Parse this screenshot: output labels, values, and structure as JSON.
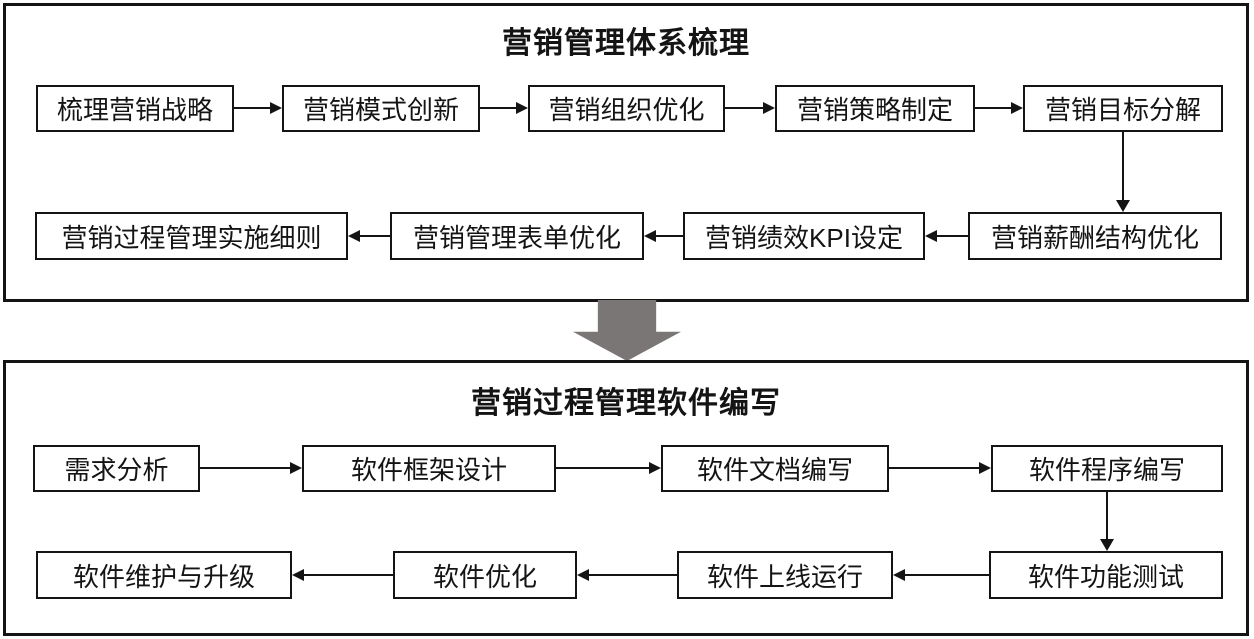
{
  "colors": {
    "line": "#141414",
    "box_fill": "#ffffff",
    "big_arrow": "#7b7676",
    "background": "#ffffff"
  },
  "top_panel": {
    "title": "营销管理体系梳理",
    "row1": [
      "梳理营销战略",
      "营销模式创新",
      "营销组织优化",
      "营销策略制定",
      "营销目标分解"
    ],
    "row2": [
      "营销过程管理实施细则",
      "营销管理表单优化",
      "营销绩效KPI设定",
      "营销薪酬结构优化"
    ]
  },
  "bottom_panel": {
    "title": "营销过程管理软件编写",
    "row1": [
      "需求分析",
      "软件框架设计",
      "软件文档编写",
      "软件程序编写"
    ],
    "row2": [
      "软件维护与升级",
      "软件优化",
      "软件上线运行",
      "软件功能测试"
    ]
  }
}
